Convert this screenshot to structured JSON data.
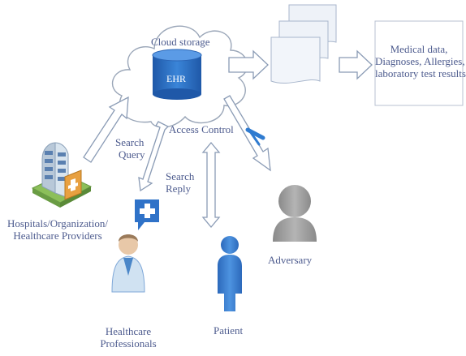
{
  "cloud": {
    "label": "Cloud storage",
    "db_label": "EHR"
  },
  "output_box": {
    "lines": [
      "Medical data,",
      "Diagnoses, Allergies,",
      "laboratory test results"
    ]
  },
  "labels": {
    "access_control": "Access Control",
    "search_query": [
      "Search",
      "Query"
    ],
    "search_reply": [
      "Search",
      "Reply"
    ],
    "hospitals": [
      "Hospitals/Organization/",
      "Healthcare Providers"
    ],
    "healthcare_professionals": [
      "Healthcare",
      "Professionals"
    ],
    "patient": "Patient",
    "adversary": "Adversary"
  },
  "colors": {
    "text": "#4d5b8e",
    "db_blue": "#2f6fc4",
    "figure_blue": "#3f7fd0",
    "adversary_gray": "#9a9a9a",
    "arrow_fill": "#ffffff",
    "arrow_stroke": "#8a9bb5",
    "block_mark": "#2f7bd0"
  },
  "icons": [
    "cloud-icon",
    "database-icon",
    "document-stack-icon",
    "hospital-building-icon",
    "medical-cross-icon",
    "healthcare-professional-icon",
    "patient-icon",
    "adversary-icon",
    "block-mark-icon"
  ]
}
